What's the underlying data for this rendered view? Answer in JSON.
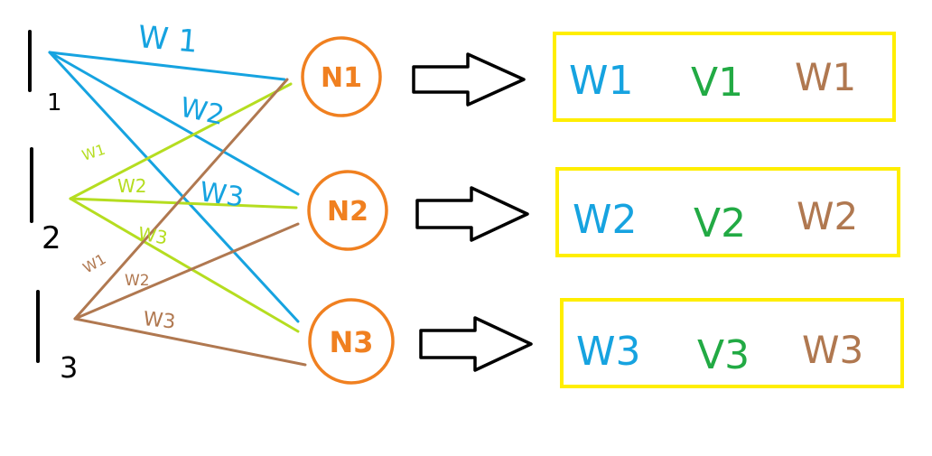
{
  "colors": {
    "blue": "#16a3e0",
    "green": "#b5dd20",
    "brown": "#b07850",
    "orange": "#f08020",
    "yellow": "#ffee00",
    "dark_green": "#22aa44",
    "black": "#000000"
  },
  "inputs": [
    {
      "label": "1"
    },
    {
      "label": "2"
    },
    {
      "label": "3"
    }
  ],
  "nodes": [
    {
      "text": "N1"
    },
    {
      "text": "N2"
    },
    {
      "text": "N3"
    }
  ],
  "edge_labels": {
    "blue": [
      "W 1",
      "W2",
      "W3"
    ],
    "green": [
      "W1",
      "W2",
      "W3"
    ],
    "brown": [
      "W1",
      "W2",
      "W3"
    ]
  },
  "result_boxes": [
    {
      "blue": "W1",
      "green": "V1",
      "brown": "W1"
    },
    {
      "blue": "W2",
      "green": "V2",
      "brown": "W2"
    },
    {
      "blue": "W3",
      "green": "V3",
      "brown": "W3"
    }
  ]
}
